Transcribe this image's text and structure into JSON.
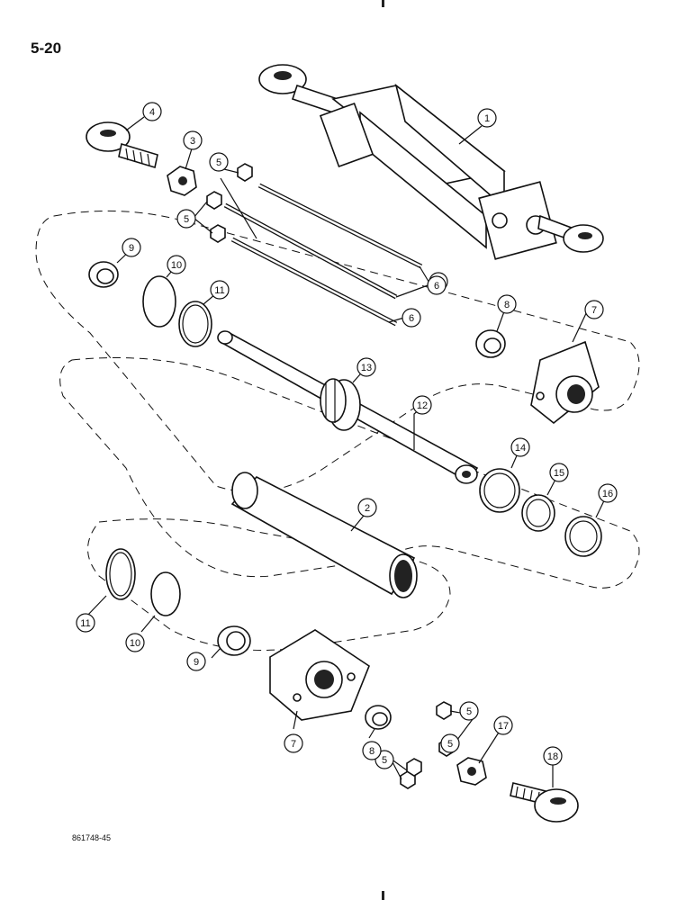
{
  "page": {
    "number": "5-20",
    "doc_code": "861748-45"
  },
  "callouts": [
    {
      "label": "1"
    },
    {
      "label": "2"
    },
    {
      "label": "3"
    },
    {
      "label": "4"
    },
    {
      "label": "5"
    },
    {
      "label": "5"
    },
    {
      "label": "5"
    },
    {
      "label": "5"
    },
    {
      "label": "5"
    },
    {
      "label": "6"
    },
    {
      "label": "6"
    },
    {
      "label": "6"
    },
    {
      "label": "7"
    },
    {
      "label": "7"
    },
    {
      "label": "8"
    },
    {
      "label": "8"
    },
    {
      "label": "9"
    },
    {
      "label": "9"
    },
    {
      "label": "10"
    },
    {
      "label": "10"
    },
    {
      "label": "11"
    },
    {
      "label": "11"
    },
    {
      "label": "12"
    },
    {
      "label": "13"
    },
    {
      "label": "14"
    },
    {
      "label": "15"
    },
    {
      "label": "16"
    },
    {
      "label": "17"
    },
    {
      "label": "18"
    }
  ]
}
